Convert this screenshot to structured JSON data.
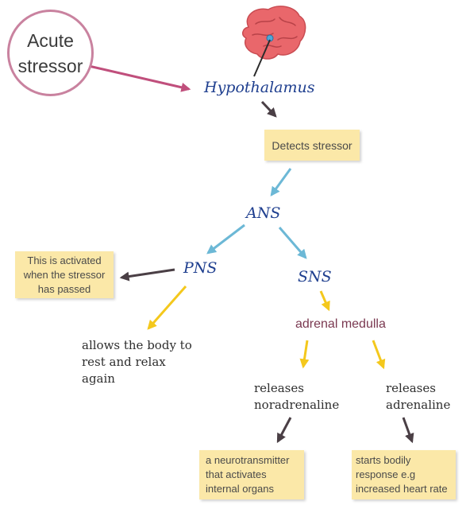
{
  "stressor": {
    "line1": "Acute",
    "line2": "stressor"
  },
  "hypothalamus": "Hypothalamus",
  "detects": "Detects stressor",
  "ans": "ANS",
  "pns": "PNS",
  "sns": "SNS",
  "pns_note": {
    "line1": "This is activated",
    "line2": "when the stressor",
    "line3": "has passed"
  },
  "pns_effect": {
    "line1": "allows the body to",
    "line2": "rest and relax",
    "line3": "again"
  },
  "adrenal_medulla": "adrenal medulla",
  "noradrenaline": {
    "line1": "releases",
    "line2": "noradrenaline"
  },
  "adrenaline": {
    "line1": "releases",
    "line2": "adrenaline"
  },
  "noradrenaline_note": {
    "line1": "a neurotransmitter",
    "line2": "that activates",
    "line3": "internal organs"
  },
  "adrenaline_note": {
    "line1": "starts bodily",
    "line2": "response e.g",
    "line3": "increased heart rate"
  },
  "colors": {
    "stressor_arrow": "#c04f7c",
    "dark_arrow": "#4a3f45",
    "blue_arrow": "#6cb8d6",
    "yellow_arrow": "#f4c81c",
    "term_blue": "#1f3f8f",
    "adrenal_text": "#7a3850",
    "sticky": "#fbe8a8",
    "brain": "#e9676b"
  }
}
